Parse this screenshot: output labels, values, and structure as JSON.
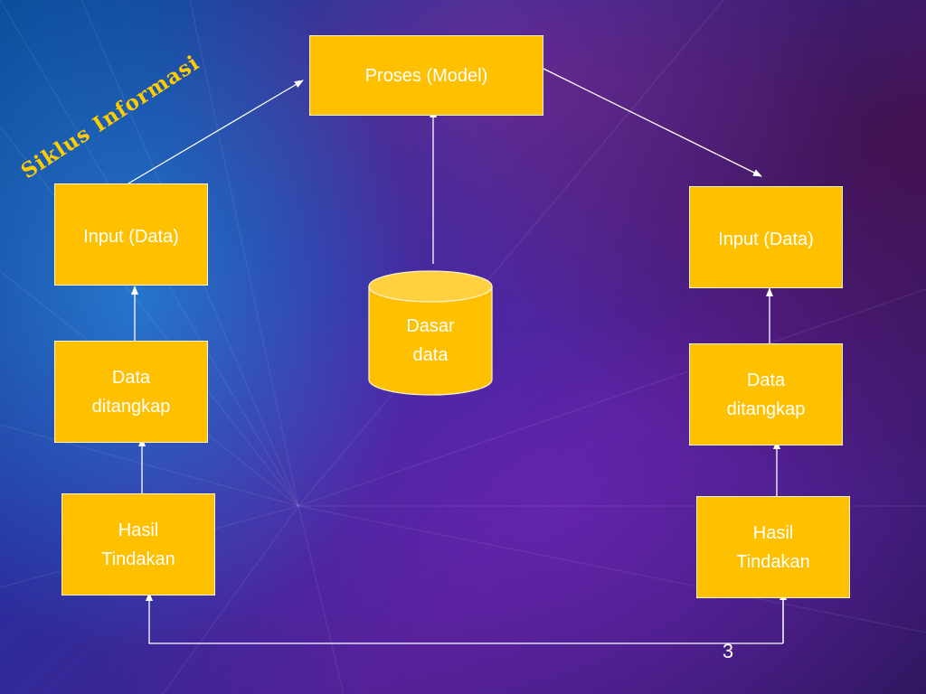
{
  "slide": {
    "title": "Siklus Informasi",
    "page_number": "3"
  },
  "nodes": {
    "proses": "Proses (Model)",
    "input_left": "Input (Data)",
    "input_right": "Input (Data)",
    "data_left": "Data\nditangkap",
    "data_right": "Data\nditangkap",
    "hasil_left": "Hasil\nTindakan",
    "hasil_right": "Hasil\nTindakan",
    "database": "Dasar\ndata"
  },
  "colors": {
    "box_fill": "#ffc000",
    "connector": "#ffffff",
    "title": "#ffcc00"
  }
}
